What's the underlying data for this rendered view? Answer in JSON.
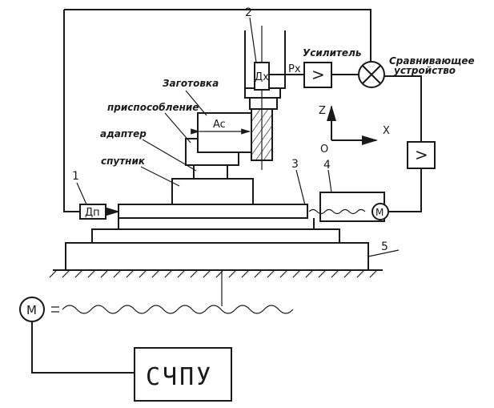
{
  "labels": {
    "sensor_x": "Дх",
    "sensor_p": "Дп",
    "signal": "Px",
    "amplifier": "Усилитель",
    "comparator_line1": "Сравнивающее",
    "comparator_line2": "устройство",
    "workpiece": "Заготовка",
    "fixture": "приспособление",
    "adapter": "адаптер",
    "pallet": "спутник",
    "dimension": "Ac",
    "amp_symbol": ">",
    "motor": "M",
    "cnc": "СЧПУ"
  },
  "numbers": {
    "n1": "1",
    "n2": "2",
    "n3": "3",
    "n4": "4",
    "n5": "5"
  },
  "axes": {
    "z": "Z",
    "x": "X",
    "origin": "O"
  }
}
